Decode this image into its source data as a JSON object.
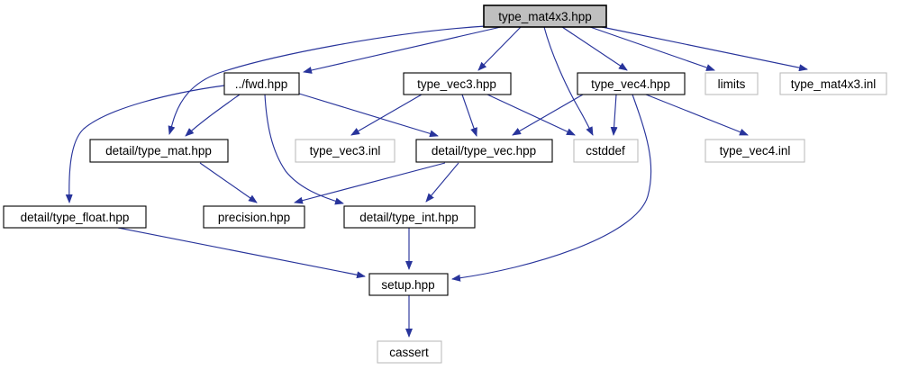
{
  "diagram": {
    "kind": "doxygen-include-dependency-graph",
    "root_file": "type_mat4x3.hpp"
  },
  "colors": {
    "edge": "#28349b",
    "root_fill": "#bfbfbf",
    "internal_border": "#000000",
    "external_border": "#bdbdbd",
    "background": "#ffffff"
  },
  "nodes": {
    "mat4x3_hpp": {
      "label": "type_mat4x3.hpp",
      "kind": "root"
    },
    "fwd_hpp": {
      "label": "../fwd.hpp",
      "kind": "internal"
    },
    "vec3_hpp": {
      "label": "type_vec3.hpp",
      "kind": "internal"
    },
    "vec4_hpp": {
      "label": "type_vec4.hpp",
      "kind": "internal"
    },
    "limits": {
      "label": "limits",
      "kind": "external"
    },
    "mat4x3_inl": {
      "label": "type_mat4x3.inl",
      "kind": "external"
    },
    "type_mat": {
      "label": "detail/type_mat.hpp",
      "kind": "internal"
    },
    "vec3_inl": {
      "label": "type_vec3.inl",
      "kind": "external"
    },
    "type_vec": {
      "label": "detail/type_vec.hpp",
      "kind": "internal"
    },
    "cstddef": {
      "label": "cstddef",
      "kind": "external"
    },
    "vec4_inl": {
      "label": "type_vec4.inl",
      "kind": "external"
    },
    "type_float": {
      "label": "detail/type_float.hpp",
      "kind": "internal"
    },
    "precision": {
      "label": "precision.hpp",
      "kind": "internal"
    },
    "type_int": {
      "label": "detail/type_int.hpp",
      "kind": "internal"
    },
    "setup": {
      "label": "setup.hpp",
      "kind": "internal"
    },
    "cassert": {
      "label": "cassert",
      "kind": "external"
    }
  },
  "edges": [
    {
      "from": "mat4x3_hpp",
      "to": "fwd_hpp"
    },
    {
      "from": "mat4x3_hpp",
      "to": "type_mat"
    },
    {
      "from": "mat4x3_hpp",
      "to": "vec3_hpp"
    },
    {
      "from": "mat4x3_hpp",
      "to": "cstddef"
    },
    {
      "from": "mat4x3_hpp",
      "to": "vec4_hpp"
    },
    {
      "from": "mat4x3_hpp",
      "to": "limits"
    },
    {
      "from": "mat4x3_hpp",
      "to": "mat4x3_inl"
    },
    {
      "from": "fwd_hpp",
      "to": "type_mat"
    },
    {
      "from": "fwd_hpp",
      "to": "type_float"
    },
    {
      "from": "fwd_hpp",
      "to": "type_vec"
    },
    {
      "from": "fwd_hpp",
      "to": "type_int"
    },
    {
      "from": "vec3_hpp",
      "to": "vec3_inl"
    },
    {
      "from": "vec3_hpp",
      "to": "type_vec"
    },
    {
      "from": "vec3_hpp",
      "to": "cstddef"
    },
    {
      "from": "vec4_hpp",
      "to": "type_vec"
    },
    {
      "from": "vec4_hpp",
      "to": "cstddef"
    },
    {
      "from": "vec4_hpp",
      "to": "vec4_inl"
    },
    {
      "from": "vec4_hpp",
      "to": "setup"
    },
    {
      "from": "type_mat",
      "to": "precision"
    },
    {
      "from": "type_vec",
      "to": "precision"
    },
    {
      "from": "type_vec",
      "to": "type_int"
    },
    {
      "from": "type_float",
      "to": "setup"
    },
    {
      "from": "type_int",
      "to": "setup"
    },
    {
      "from": "setup",
      "to": "cassert"
    }
  ]
}
